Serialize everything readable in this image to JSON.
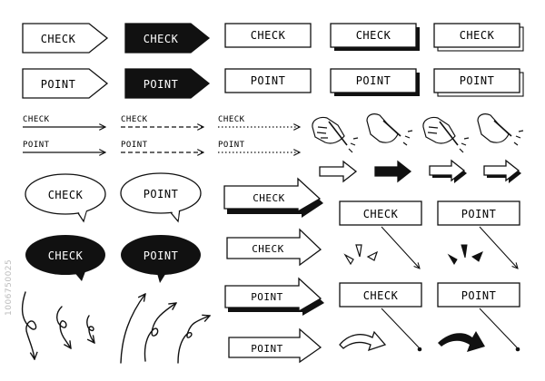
{
  "labels": {
    "check": "CHECK",
    "point": "POINT"
  },
  "stock_id": "1006750025",
  "colors": {
    "ink": "#111111",
    "paper": "#ffffff"
  }
}
